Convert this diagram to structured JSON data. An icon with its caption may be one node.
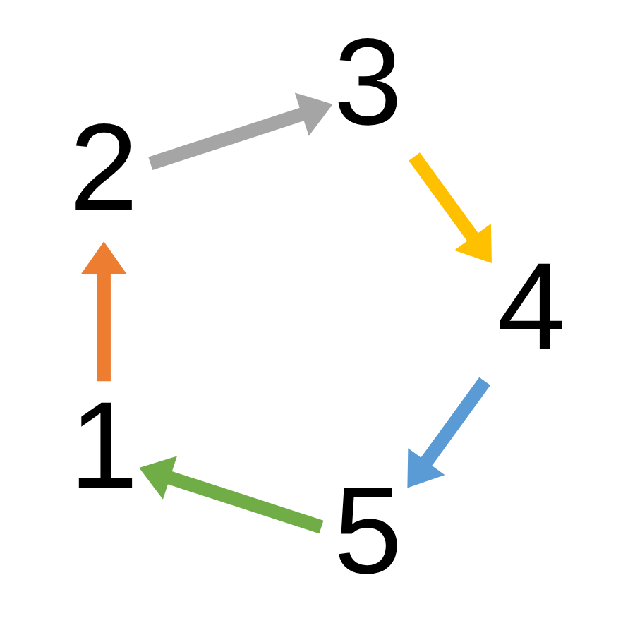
{
  "diagram": {
    "nodes": [
      {
        "text": [
          "5"
        ]
      },
      {
        "text": [
          "1"
        ]
      },
      {
        "text": [
          "4"
        ]
      },
      {
        "text": [
          "2"
        ]
      },
      {
        "text": [
          "3"
        ]
      }
    ],
    "edges": [
      {
        "from": 0,
        "to": 1,
        "arrow": "to",
        "color": "#70ad47"
      },
      {
        "from": 1,
        "to": 3,
        "arrow": "to",
        "color": "#ed7d31"
      },
      {
        "from": 3,
        "to": 4,
        "arrow": "to",
        "color": "#a5a5a5"
      },
      {
        "from": 4,
        "to": 2,
        "arrow": "to",
        "color": "#ffc000"
      },
      {
        "from": 2,
        "to": 0,
        "arrow": "to",
        "color": "#5b9bd5"
      }
    ]
  }
}
